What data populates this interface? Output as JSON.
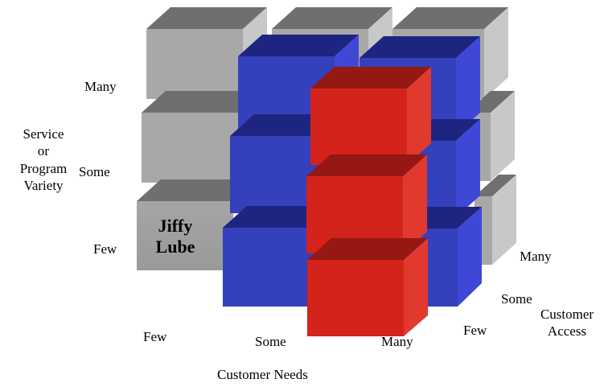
{
  "diagram": {
    "y_axis": {
      "title_lines": [
        "Service",
        "or",
        "Program",
        "Variety"
      ],
      "levels": [
        "Many",
        "Some",
        "Few"
      ]
    },
    "x_axis": {
      "title": "Customer Needs",
      "levels": [
        "Few",
        "Some",
        "Many"
      ]
    },
    "z_axis": {
      "title_lines": [
        "Customer",
        "Access"
      ],
      "levels": [
        "Few",
        "Some",
        "Many"
      ]
    },
    "highlight": {
      "label_lines": [
        "Jiffy",
        "Lube"
      ]
    },
    "colors": {
      "back_layer": "#a6a6a6",
      "middle_layer": "#2f3ab8",
      "front_layer": "#d4231b"
    }
  }
}
